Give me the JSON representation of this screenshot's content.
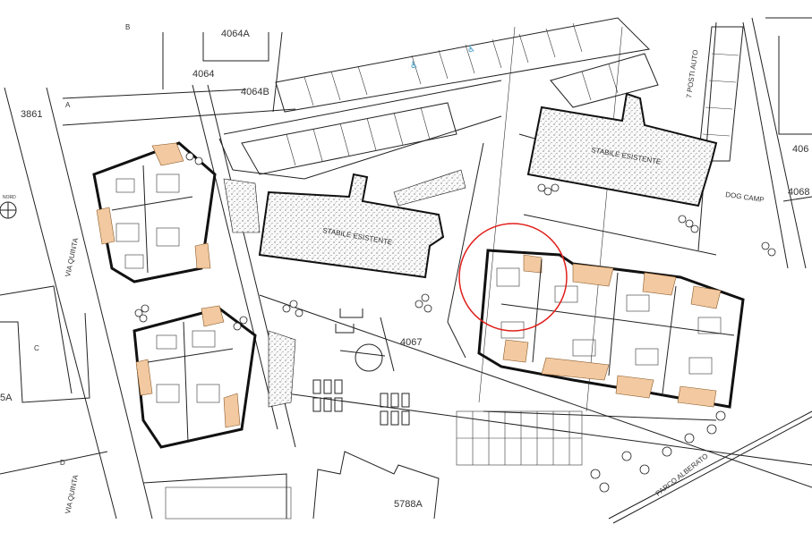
{
  "plan": {
    "parcels": {
      "p4064A": "4064A",
      "p4064": "4064",
      "p4064B": "4064B",
      "p3861": "3861",
      "p4067": "4067",
      "p5788A": "5788A",
      "p406x": "406",
      "p4068": "4068",
      "p5A": "5A"
    },
    "labels": {
      "existing_building_1": "STABILE ESISTENTE",
      "existing_building_2": "STABILE ESISTENTE",
      "parking": "7 POSTI AUTO",
      "dog_camp": "DOG CAMP",
      "street_1": "VIA QUINTA",
      "street_2": "VIA QUINTA",
      "park": "PARCO ALBERATO",
      "north": "NORD"
    },
    "section_markers": [
      "A",
      "B",
      "C",
      "D"
    ],
    "colors": {
      "balcony": "#f2c9a0",
      "highlight_circle": "#e0201c",
      "accessible_parking": "#2a8fc0"
    }
  }
}
